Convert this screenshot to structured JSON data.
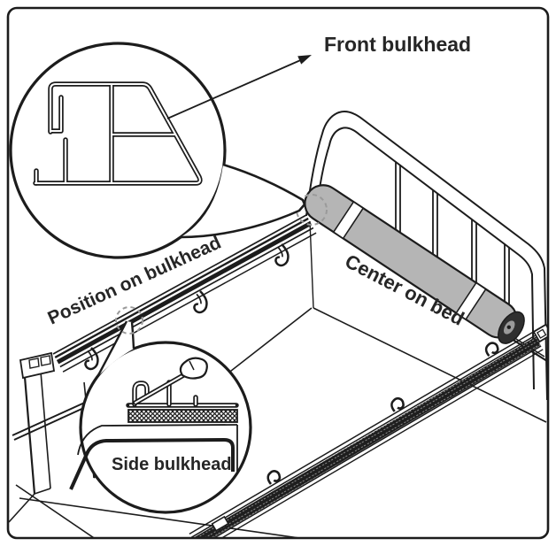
{
  "diagram": {
    "labels": {
      "front_bulkhead": "Front bulkhead",
      "position_on_bulkhead": "Position on bulkhead",
      "center_on_bed": "Center on bed",
      "side_bulkhead": "Side bulkhead"
    },
    "colors": {
      "line": "#1c1c1c",
      "text": "#262626",
      "roll_gray": "#b5b5b5",
      "roll_cap": "#2f2f2f",
      "roll_cap_inner": "#9a9a9a",
      "dashed_highlight": "#9a9a9a",
      "background": "#ffffff"
    }
  }
}
